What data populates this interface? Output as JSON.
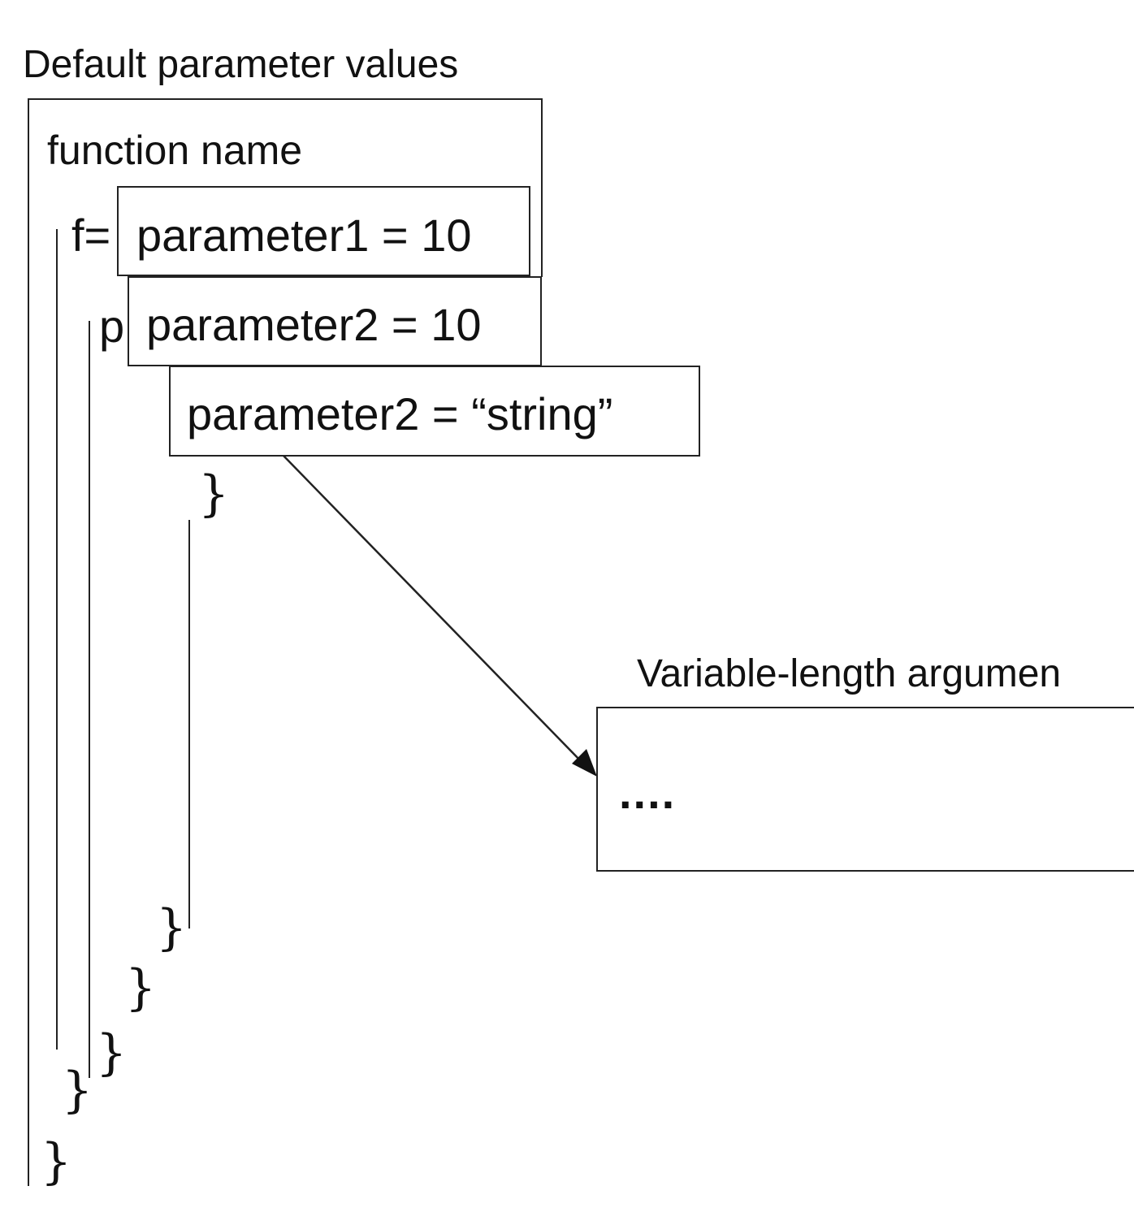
{
  "diagram": {
    "left_title": "Default parameter values",
    "outer_label": "function name",
    "f_prefix": "f=",
    "p_prefix": "p",
    "params": [
      "parameter1 = 10",
      "parameter2 = 10",
      "parameter2 = “string”"
    ],
    "right_title": "Variable-length argumen",
    "right_content": "....",
    "brace": "}"
  }
}
